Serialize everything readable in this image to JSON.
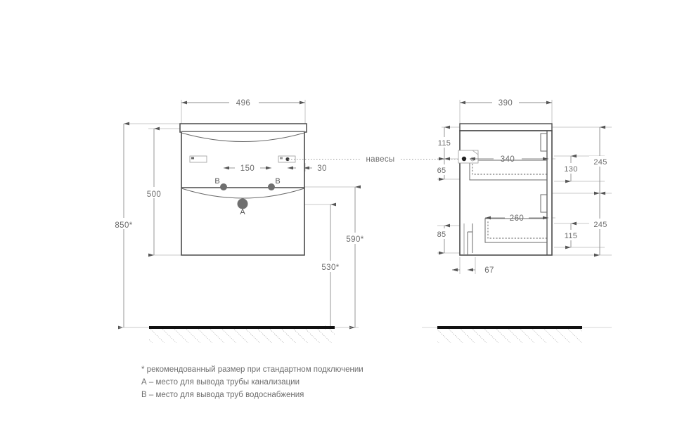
{
  "drawing": {
    "title": "Wall-hung vanity unit with washbasin — dimensional drawing",
    "units": "mm",
    "colors": {
      "background": "#ffffff",
      "outline": "#4a4a4a",
      "thin_line": "#9a9a9a",
      "dimension_line": "#8c8c8c",
      "text": "#6c6c6c",
      "marker_fill": "#6f6f6f",
      "floor": "#111111",
      "hatch": "#8a8a8a"
    },
    "connector_label": "навесы"
  },
  "front_view": {
    "name": "front-view",
    "dimensions": {
      "width": "496",
      "cabinet_height": "500",
      "total_height": "850*",
      "pipe_center_spacing": "150",
      "bracket_offset": "30",
      "drain_height": "530*",
      "supply_height": "590*"
    },
    "markers": [
      {
        "id": "B-left",
        "label": "B"
      },
      {
        "id": "B-right",
        "label": "B"
      },
      {
        "id": "A-drain",
        "label": "A"
      }
    ]
  },
  "side_view": {
    "name": "side-view",
    "dimensions": {
      "depth": "390",
      "top_offset": "115",
      "bracket_drop": "65",
      "upper_drawer_depth": "340",
      "upper_drawer_height": "130",
      "upper_section_height": "245",
      "lower_drawer_depth": "260",
      "lower_drawer_height": "115",
      "lower_section_height": "245",
      "bottom_offset": "85",
      "foot_offset": "67"
    }
  },
  "legend": {
    "name": "legend-notes",
    "lines": [
      "* рекомендованный размер при стандартном подключении",
      "А – место для вывода трубы канализации",
      "В – место для вывода труб водоснабжения"
    ],
    "line_1": "* рекомендованный размер при стандартном подключении",
    "line_2": "А – место для вывода трубы канализации",
    "line_3": "В – место для вывода труб водоснабжения"
  }
}
